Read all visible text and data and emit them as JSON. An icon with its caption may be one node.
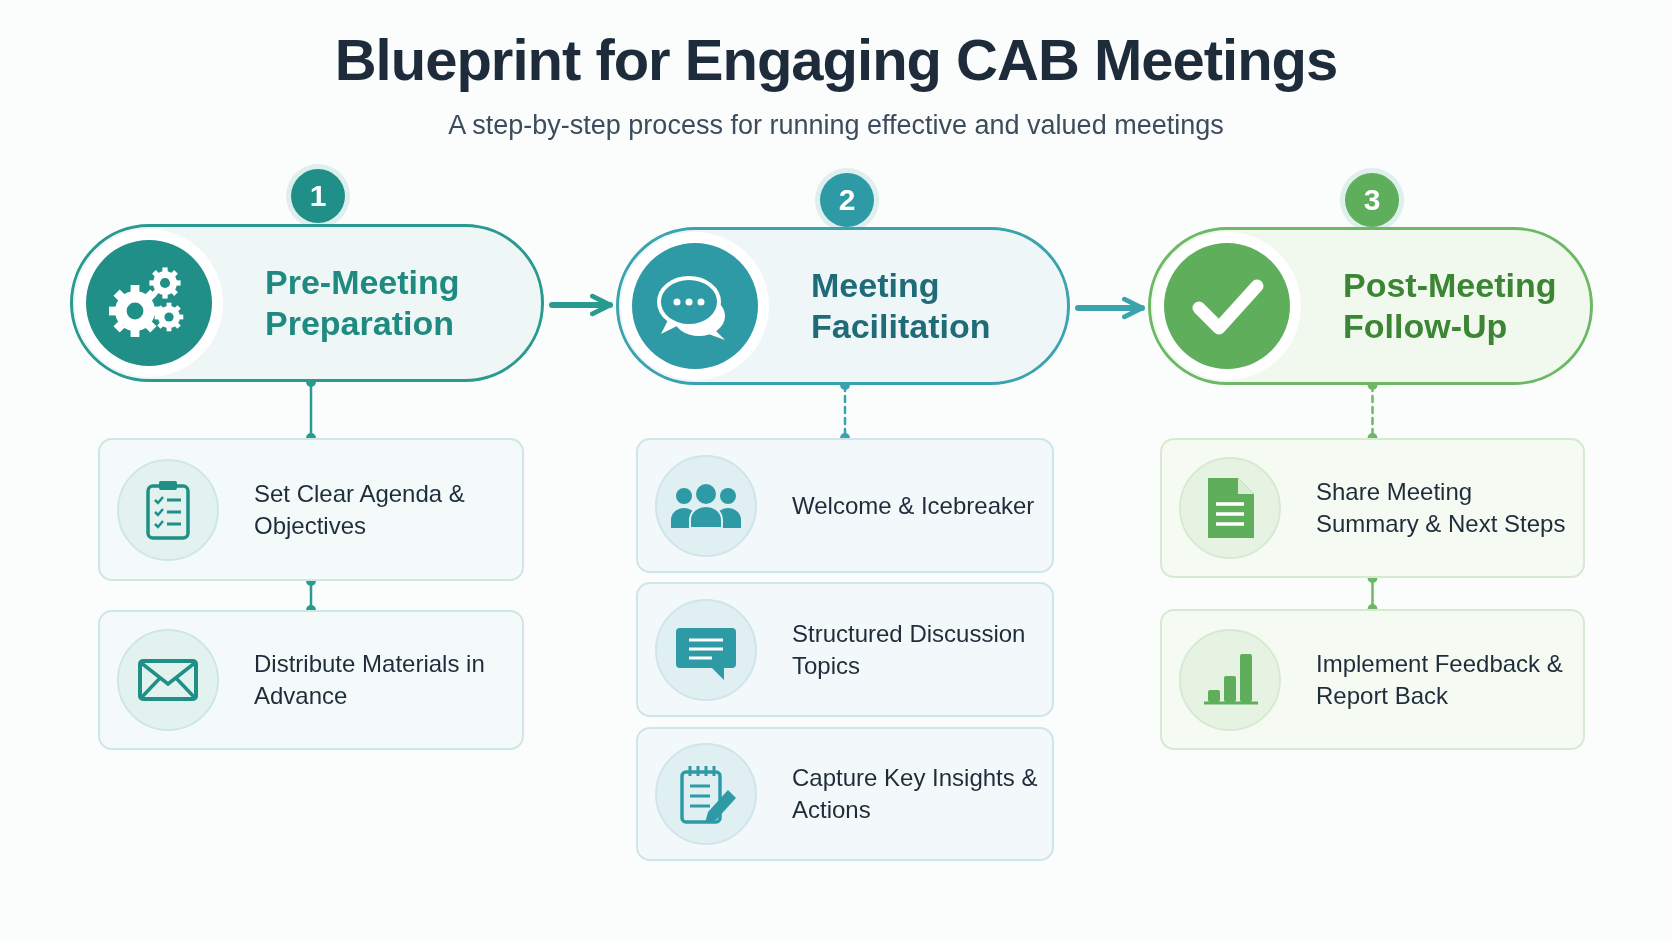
{
  "diagram": {
    "title": "Blueprint for Engaging CAB Meetings",
    "caption": "A step-by-step process for running effective and valued meetings",
    "nodes": [
      {
        "text": [
          "1"
        ]
      },
      {
        "text": [
          "Pre-Meeting Preparation"
        ]
      },
      {
        "text": [
          "Set Clear Agenda & Objectives"
        ]
      },
      {
        "text": [
          "Distribute Materials in Advance"
        ]
      },
      {
        "text": [
          "2"
        ]
      },
      {
        "text": [
          "Meeting Facilitation"
        ]
      },
      {
        "text": [
          "Welcome & Icebreaker"
        ]
      },
      {
        "text": [
          "Structured Discussion Topics"
        ]
      },
      {
        "text": [
          "Capture Key Insights & Actions"
        ]
      },
      {
        "text": [
          "3"
        ]
      },
      {
        "text": [
          "Post-Meeting Follow-Up"
        ]
      },
      {
        "text": [
          "Share Meeting Summary & Next Steps"
        ]
      },
      {
        "text": [
          "Implement Feedback & Report Back"
        ]
      }
    ],
    "edges": [
      {
        "from": 1,
        "to": 5,
        "arrow": "to",
        "style": "thick"
      },
      {
        "from": 5,
        "to": 10,
        "arrow": "to",
        "style": "thick"
      },
      {
        "from": 1,
        "to": 2,
        "arrow": "other"
      },
      {
        "from": 2,
        "to": 3,
        "arrow": "other"
      },
      {
        "from": 5,
        "to": 6,
        "arrow": "other",
        "style": "dashed"
      },
      {
        "from": 10,
        "to": 11,
        "arrow": "other",
        "style": "dashed",
        "color": "#6cb865"
      },
      {
        "from": 11,
        "to": 12,
        "arrow": "other",
        "color": "#6cb865"
      }
    ]
  }
}
